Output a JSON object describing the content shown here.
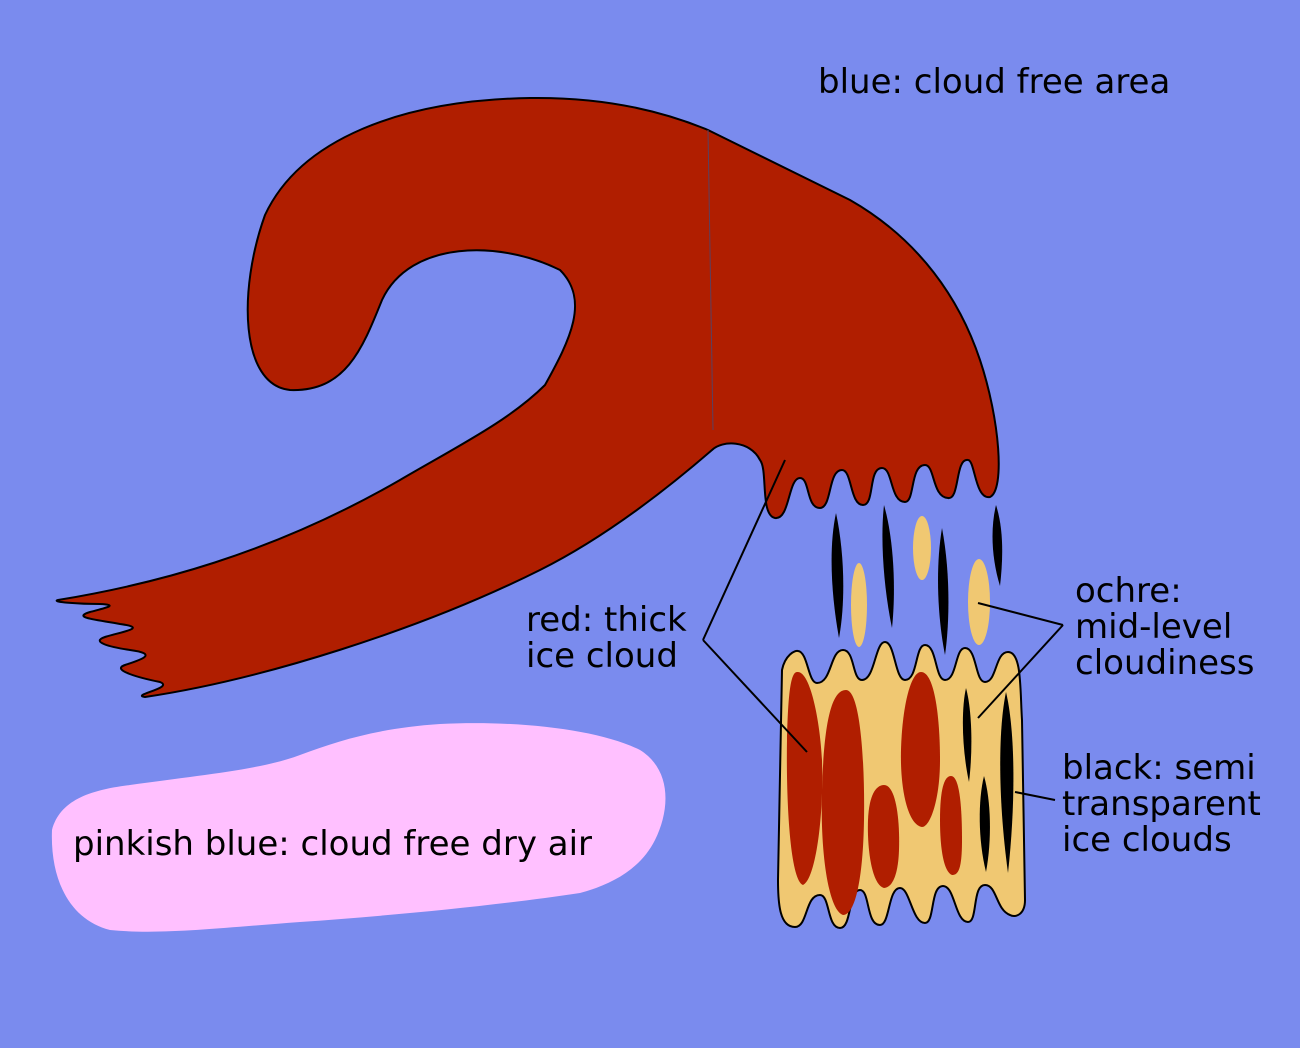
{
  "colors": {
    "background": "#7a8bee",
    "thick_ice": "#b01e00",
    "mid_level": "#f0c872",
    "semi_transparent": "#000000",
    "dry_air": "#ffc0ff"
  },
  "labels": {
    "blue": "blue: cloud free area",
    "red_line1": "red: thick",
    "red_line2": "ice cloud",
    "ochre_line1": "ochre:",
    "ochre_line2": "mid-level",
    "ochre_line3": "cloudiness",
    "black_line1": "black: semi",
    "black_line2": "transparent",
    "black_line3": "ice clouds",
    "pink": "pinkish blue: cloud free dry air"
  }
}
